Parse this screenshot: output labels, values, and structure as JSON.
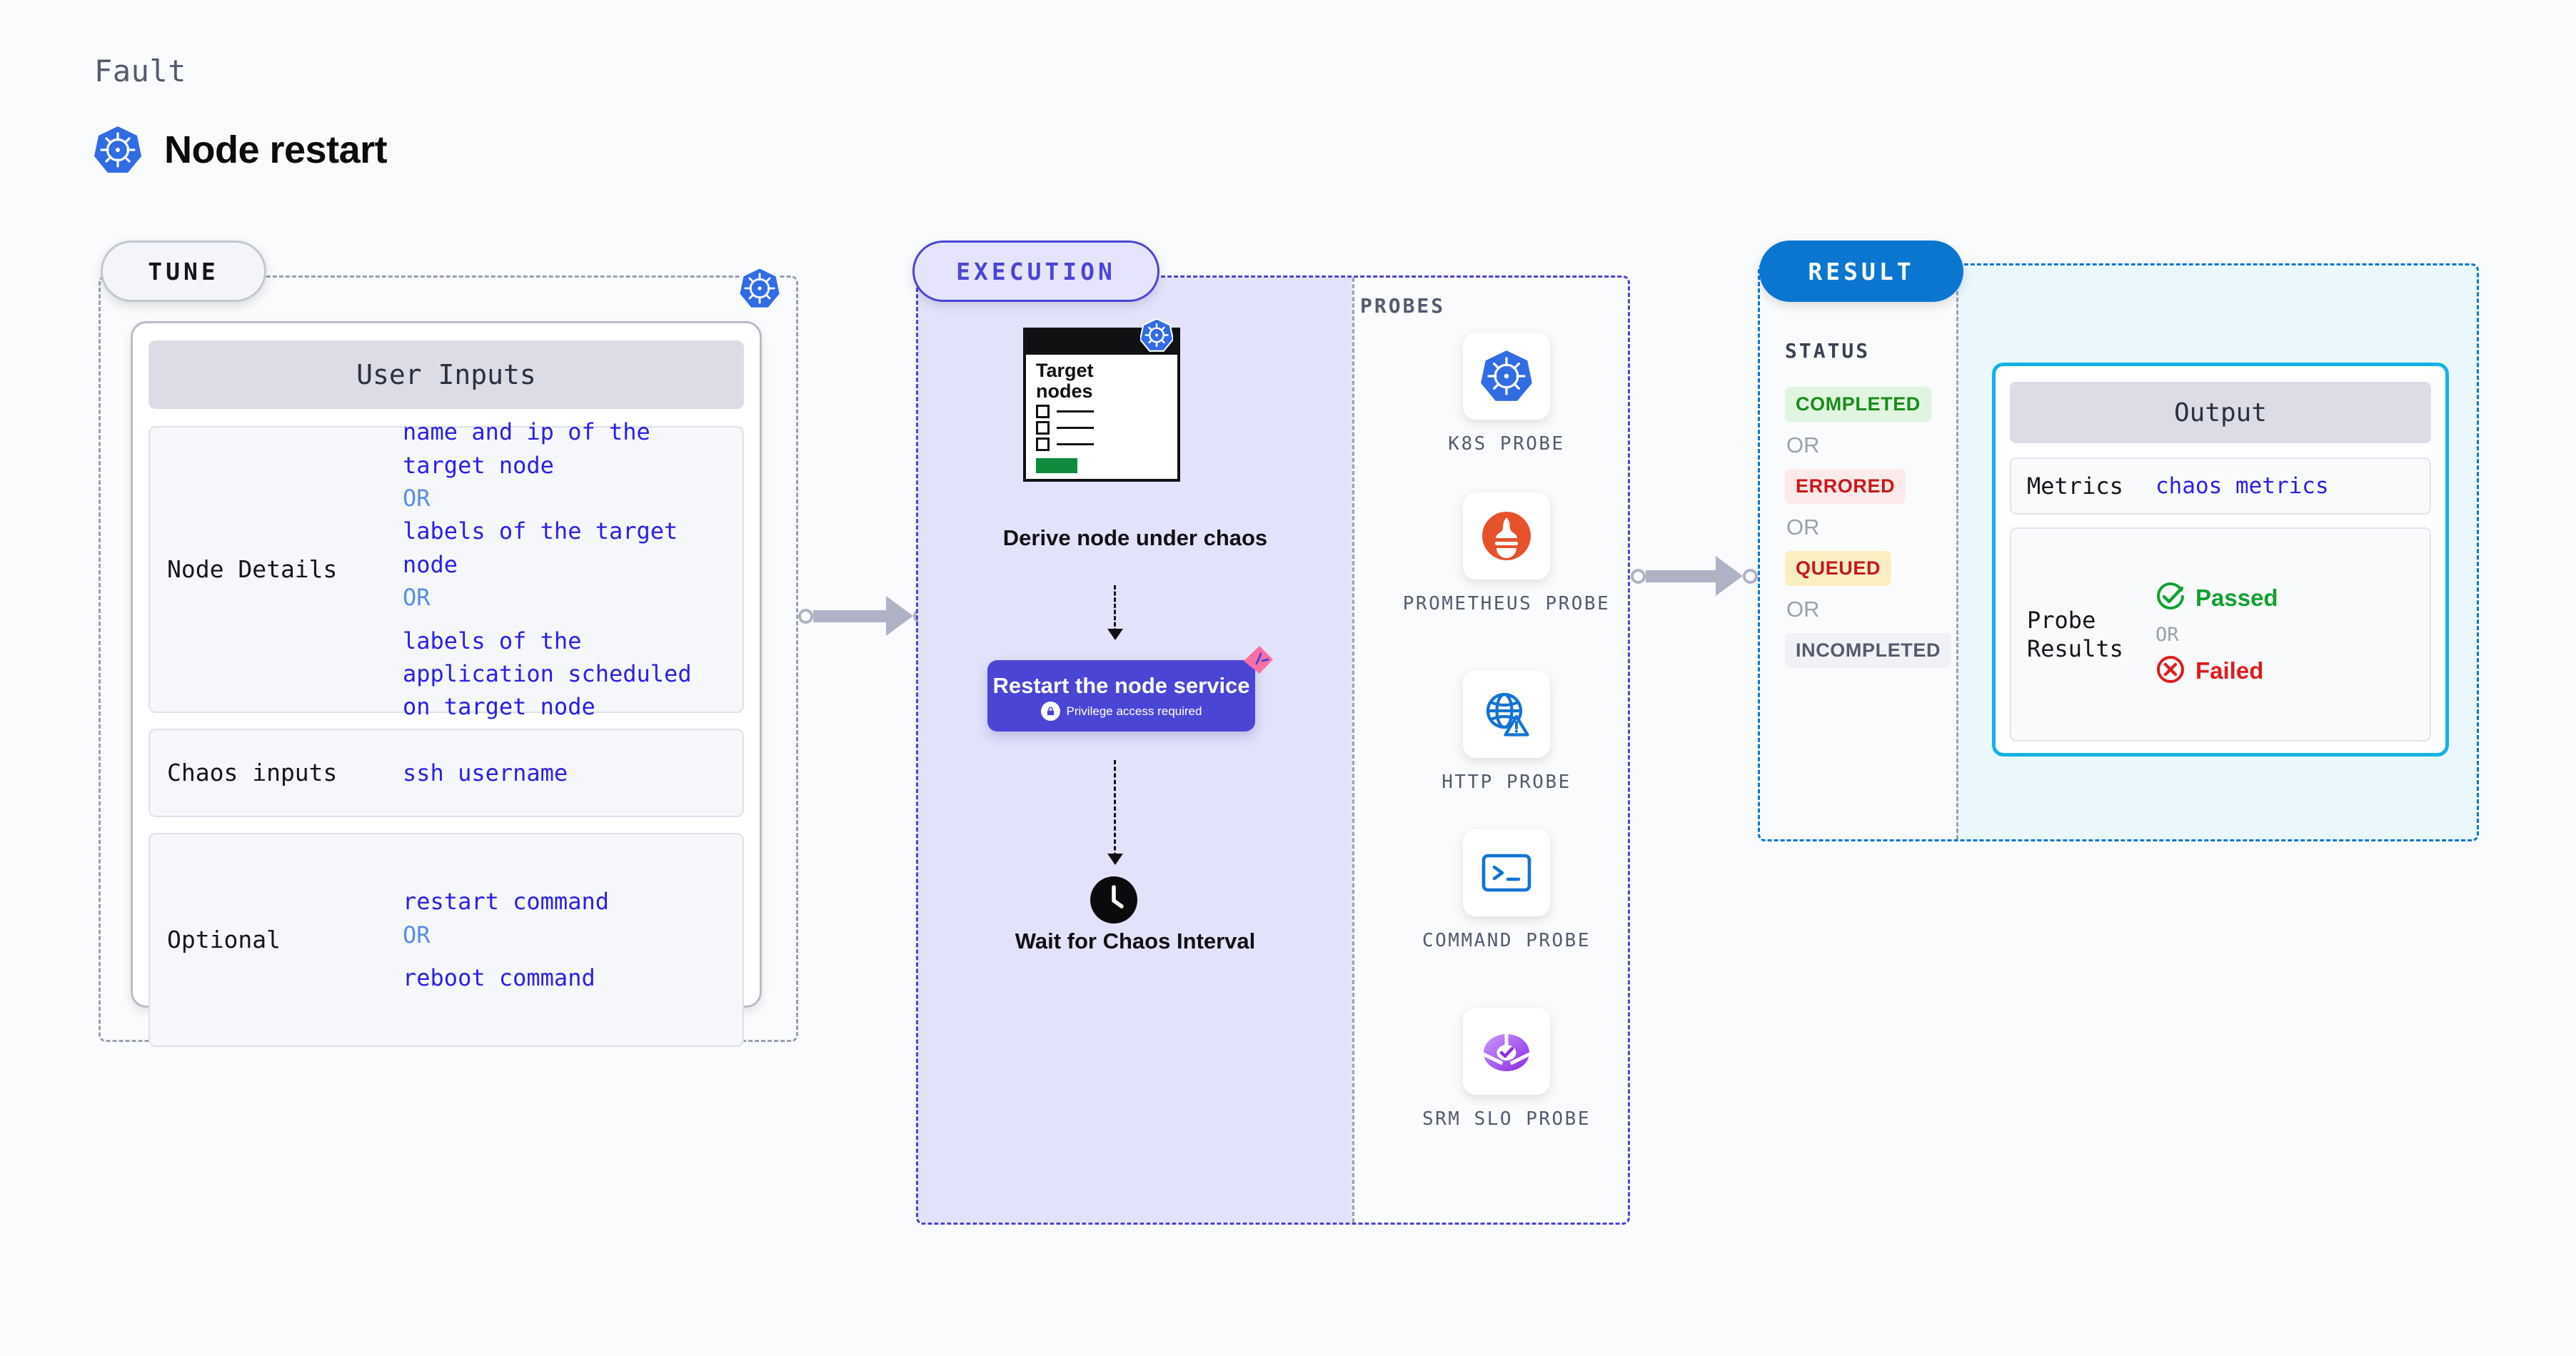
{
  "header": {
    "fault_label": "Fault",
    "title": "Node restart",
    "icon": "kubernetes-icon"
  },
  "colors": {
    "accent_blue": "#2a20e8",
    "or_blue": "#5a8de8",
    "execution_purple": "#4b45d6",
    "result_blue": "#0b76d0",
    "output_cyan": "#16b1e8",
    "pass_green": "#12a132",
    "fail_red": "#e01b1b",
    "k8s_blue": "#326ce5",
    "prometheus_orange": "#e6522c",
    "ribbon_pink": "#fd6fa3"
  },
  "tune": {
    "stage_label": "TUNE",
    "badge_icon": "kubernetes-icon",
    "card_title": "User Inputs",
    "rows": [
      {
        "label": "Node Details",
        "values": [
          {
            "text": "name and ip of the target node",
            "type": "accent"
          },
          {
            "text": "OR",
            "type": "or"
          },
          {
            "text": "labels of the target node",
            "type": "accent"
          },
          {
            "text": "OR",
            "type": "or"
          },
          {
            "text": "labels of the application scheduled on target node",
            "type": "accent"
          }
        ]
      },
      {
        "label": "Chaos inputs",
        "values": [
          {
            "text": "ssh username",
            "type": "accent"
          }
        ]
      },
      {
        "label": "Optional",
        "values": [
          {
            "text": "restart command",
            "type": "accent"
          },
          {
            "text": "OR",
            "type": "or"
          },
          {
            "text": "reboot command",
            "type": "accent"
          }
        ]
      }
    ]
  },
  "execution": {
    "stage_label": "EXECUTION",
    "document": {
      "title_line1": "Target",
      "title_line2": "nodes",
      "badge_icon": "kubernetes-icon",
      "checkbox_rows": 3
    },
    "step_derive_caption": "Derive node under chaos",
    "action_card": {
      "title": "Restart the node service",
      "subtitle": "Privilege access required",
      "lock_icon": "lock-icon",
      "ribbon_icon": "ribbon-flag-icon"
    },
    "step_wait_caption": "Wait for Chaos Interval",
    "clock_icon": "clock-icon",
    "probes_label": "PROBES",
    "probes": [
      {
        "name": "K8S PROBE",
        "icon": "kubernetes-icon"
      },
      {
        "name": "PROMETHEUS PROBE",
        "icon": "prometheus-icon"
      },
      {
        "name": "HTTP PROBE",
        "icon": "globe-warning-icon"
      },
      {
        "name": "COMMAND PROBE",
        "icon": "terminal-icon"
      },
      {
        "name": "SRM SLO PROBE",
        "icon": "slo-donut-check-icon"
      }
    ]
  },
  "result": {
    "stage_label": "RESULT",
    "status_label": "STATUS",
    "statuses": [
      {
        "text": "COMPLETED",
        "bg": "#dff5e0",
        "fg": "#1a8a1a"
      },
      {
        "text": "ERRORED",
        "bg": "#fdeaea",
        "fg": "#cc1616"
      },
      {
        "text": "QUEUED",
        "bg": "#fdeec2",
        "fg": "#c21a1a"
      },
      {
        "text": "INCOMPLETED",
        "bg": "#f1f2f6",
        "fg": "#555b6e"
      }
    ],
    "or_text": "OR",
    "output": {
      "card_title": "Output",
      "metrics_label": "Metrics",
      "metrics_value": "chaos metrics",
      "probe_results_label": "Probe Results",
      "passed_text": "Passed",
      "passed_icon": "check-circle-icon",
      "or_text": "OR",
      "failed_text": "Failed",
      "failed_icon": "x-circle-icon"
    }
  },
  "connectors": {
    "tune_to_execution": "arrow-right",
    "execution_to_result": "arrow-right"
  }
}
